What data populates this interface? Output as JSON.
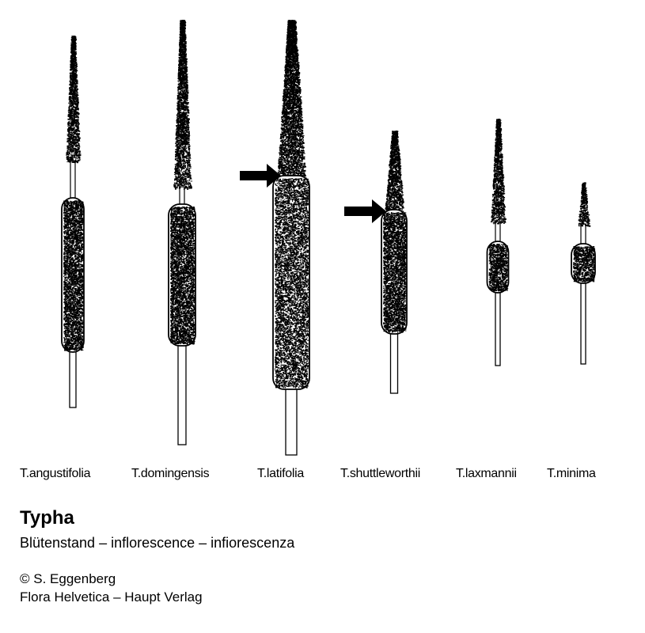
{
  "species": [
    {
      "label": "T.angustifolia"
    },
    {
      "label": "T.domingensis"
    },
    {
      "label": "T.latifolia",
      "arrow": true
    },
    {
      "label": "T.shuttleworthii",
      "arrow": true
    },
    {
      "label": "T.laxmannii"
    },
    {
      "label": "T.minima"
    }
  ],
  "title": "Typha",
  "subtitle": "Blütenstand – inflorescence – infiorescenza",
  "copyright": "© S. Eggenberg",
  "publisher": "Flora Helvetica – Haupt Verlag"
}
